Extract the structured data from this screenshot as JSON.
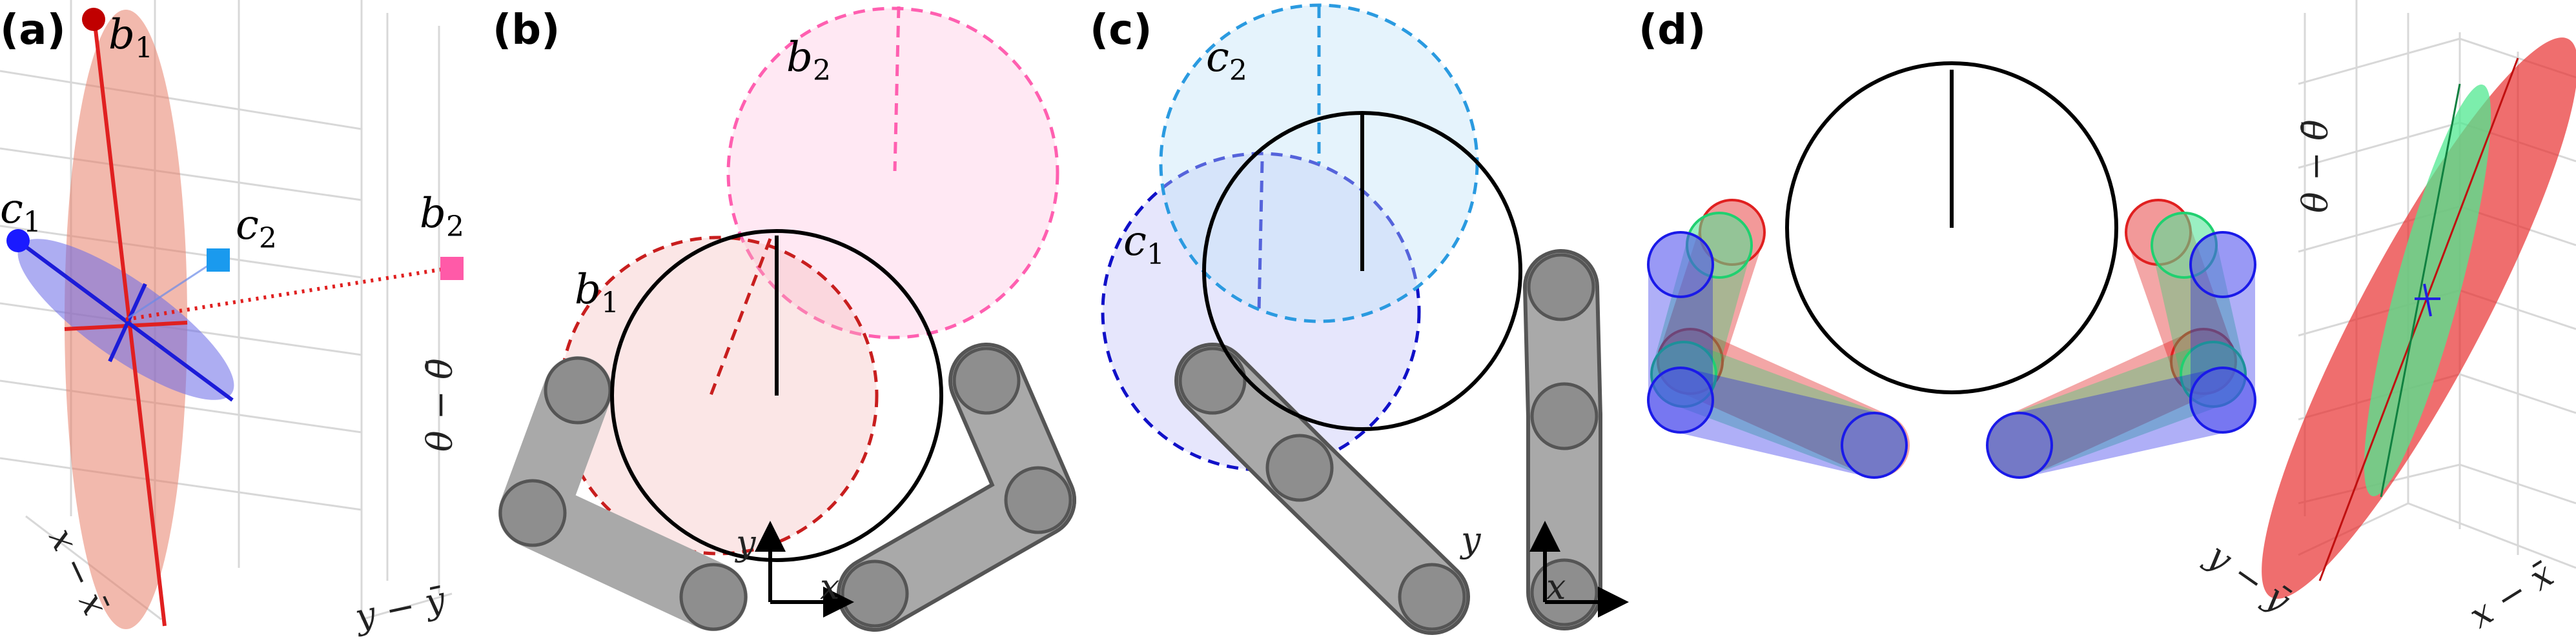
{
  "panels": {
    "a": "(a)",
    "b": "(b)",
    "c": "(c)",
    "d": "(d)"
  },
  "panel_a": {
    "b1_base": "b",
    "b1_sub": "1",
    "c1_base": "c",
    "c1_sub": "1",
    "c2_base": "c",
    "c2_sub": "2",
    "b2_base": "b",
    "b2_sub": "2",
    "axis_theta": "θ − θ̄",
    "axis_x": "x − x̄",
    "axis_y": "y − ȳ"
  },
  "panel_b": {
    "b1_base": "b",
    "b1_sub": "1",
    "b2_base": "b",
    "b2_sub": "2",
    "axis_x": "x",
    "axis_y": "y"
  },
  "panel_c": {
    "c1_base": "c",
    "c1_sub": "1",
    "c2_base": "c",
    "c2_sub": "2",
    "axis_x": "x",
    "axis_y": "y"
  },
  "panel_d": {
    "axis_theta": "θ − θ̄",
    "axis_x": "x − x̄",
    "axis_y": "y − ȳ"
  },
  "colors": {
    "red": "#e03030",
    "dark_red": "#c00000",
    "salmon": "#e8806a",
    "pink": "#ff69b4",
    "blue": "#2a2aff",
    "navy": "#0000cc",
    "light_blue": "#3aa0e8",
    "green": "#3ee88a",
    "gray": "#a9a9a9"
  }
}
